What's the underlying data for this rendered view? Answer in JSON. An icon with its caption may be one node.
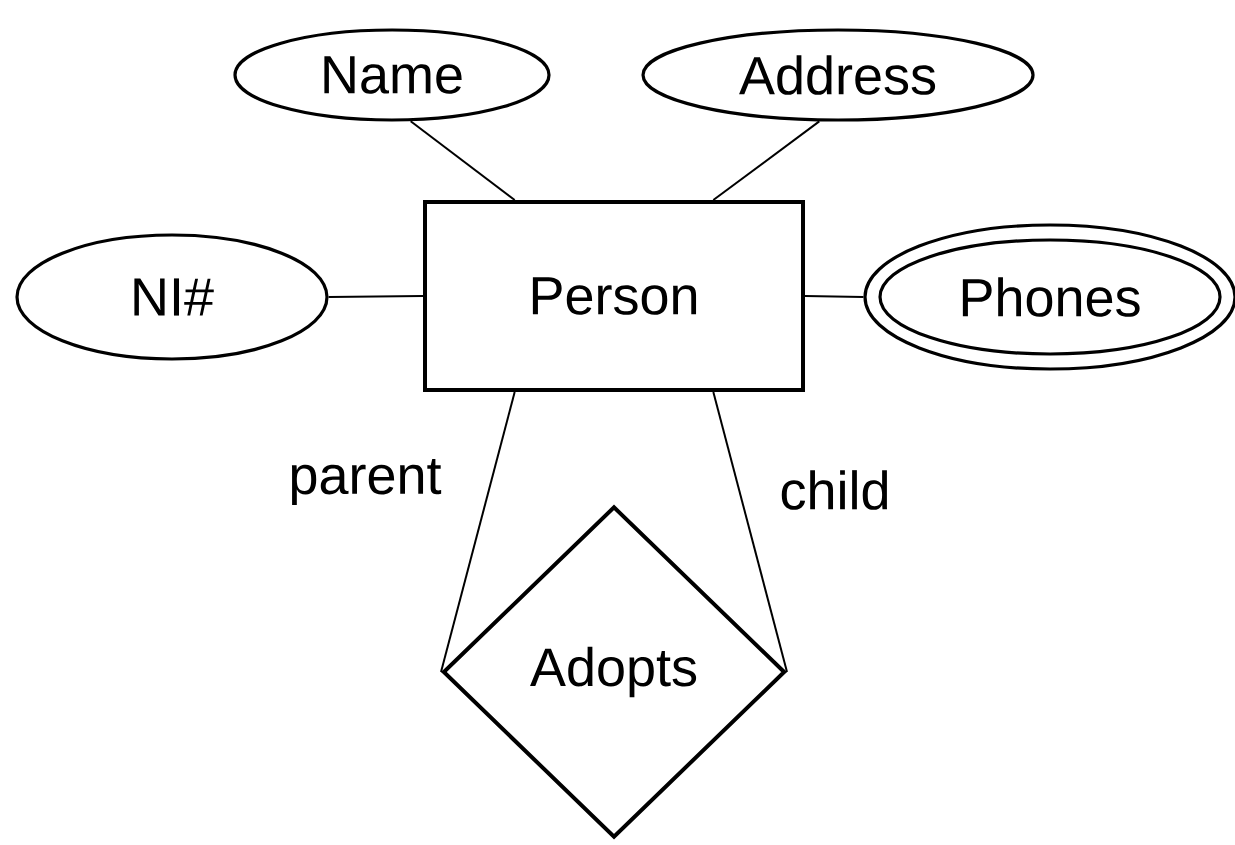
{
  "diagram": {
    "nodes": [
      {
        "text": [
          "Name"
        ]
      },
      {
        "text": [
          "Address"
        ]
      },
      {
        "text": [
          "NI#"
        ]
      },
      {
        "text": [
          "Person"
        ]
      },
      {
        "text": [
          "Phones"
        ]
      },
      {
        "text": [
          "Adopts"
        ]
      }
    ],
    "edges": [
      {
        "from": 0,
        "to": 3,
        "arrow": "none"
      },
      {
        "from": 1,
        "to": 3,
        "arrow": "none"
      },
      {
        "from": 2,
        "to": 3,
        "arrow": "none"
      },
      {
        "from": 3,
        "to": 4,
        "arrow": "none"
      },
      {
        "from": 3,
        "to": 5,
        "arrow": "none",
        "label": "parent"
      },
      {
        "from": 3,
        "to": 5,
        "arrow": "none",
        "label": "child"
      }
    ]
  }
}
